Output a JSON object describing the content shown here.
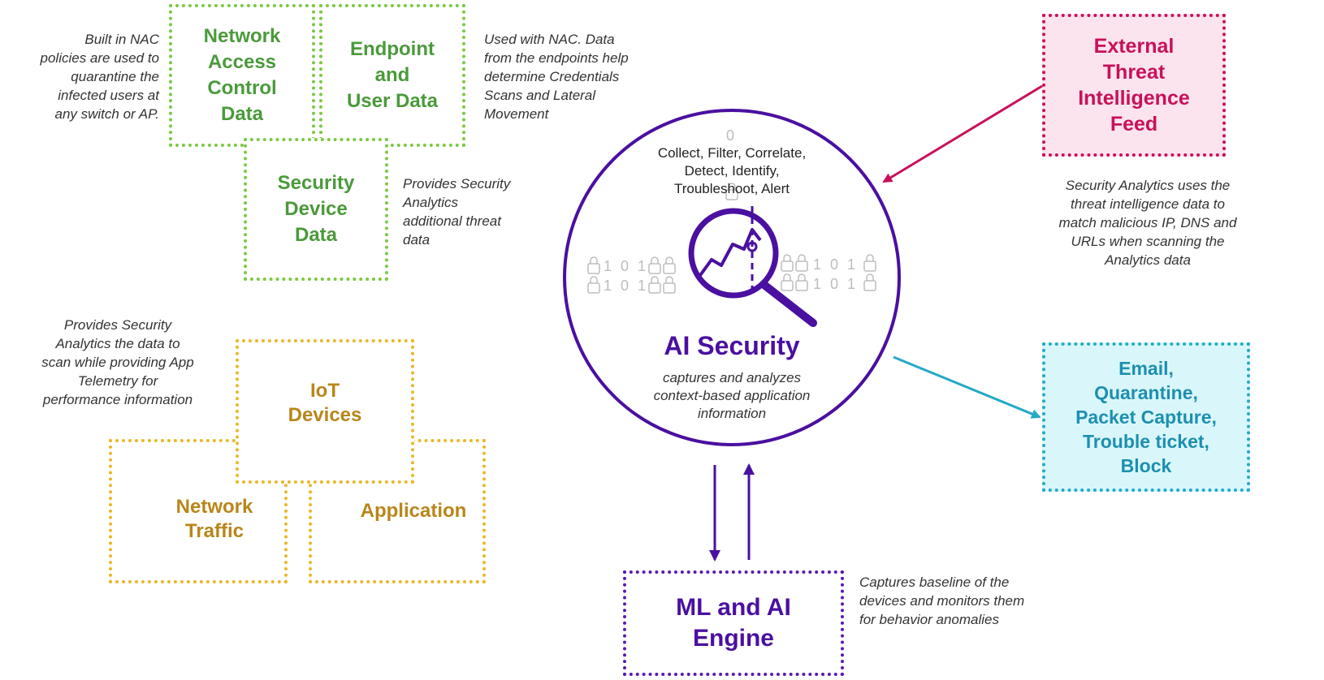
{
  "boxes": {
    "nac": "Network\nAccess\nControl\nData",
    "endpoint": "Endpoint\nand\nUser Data",
    "security_device": "Security\nDevice\nData",
    "iot": "IoT\nDevices",
    "network_traffic": "Network\nTraffic",
    "application": "Application",
    "external_threat": "External\nThreat\nIntelligence\nFeed",
    "actions": "Email,\nQuarantine,\nPacket Capture,\nTrouble ticket,\nBlock",
    "ml_engine": "ML and AI\nEngine"
  },
  "notes": {
    "nac": "Built in NAC\npolicies are used to\nquarantine the\ninfected users at\nany switch or AP.",
    "endpoint": "Used with NAC. Data\nfrom the endpoints help\ndetermine Credentials\nScans and Lateral\nMovement",
    "security_device": "Provides Security\nAnalytics\nadditional threat\ndata",
    "telemetry": "Provides Security\nAnalytics the data to\nscan while providing App\nTelemetry for\nperformance information",
    "threat_intel": "Security Analytics uses the\nthreat intelligence data  to\nmatch malicious IP, DNS and\nURLs when scanning the\nAnalytics data",
    "ml_engine": "Captures baseline of the\ndevices and monitors them\nfor behavior anomalies"
  },
  "ai": {
    "actions": "Collect, Filter, Correlate,\nDetect, Identify,\nTroubleshoot, Alert",
    "title": "AI Security",
    "subtitle": "captures and analyzes\ncontext-based application\ninformation",
    "binary_digit": "0",
    "binary_left": "1 0 1",
    "binary_right": "1 0 1"
  },
  "colors": {
    "green": "#7ac943",
    "gold": "#e8b82a",
    "purple": "#4a10a0",
    "magenta": "#c8105a",
    "cyan": "#25a9c8"
  }
}
